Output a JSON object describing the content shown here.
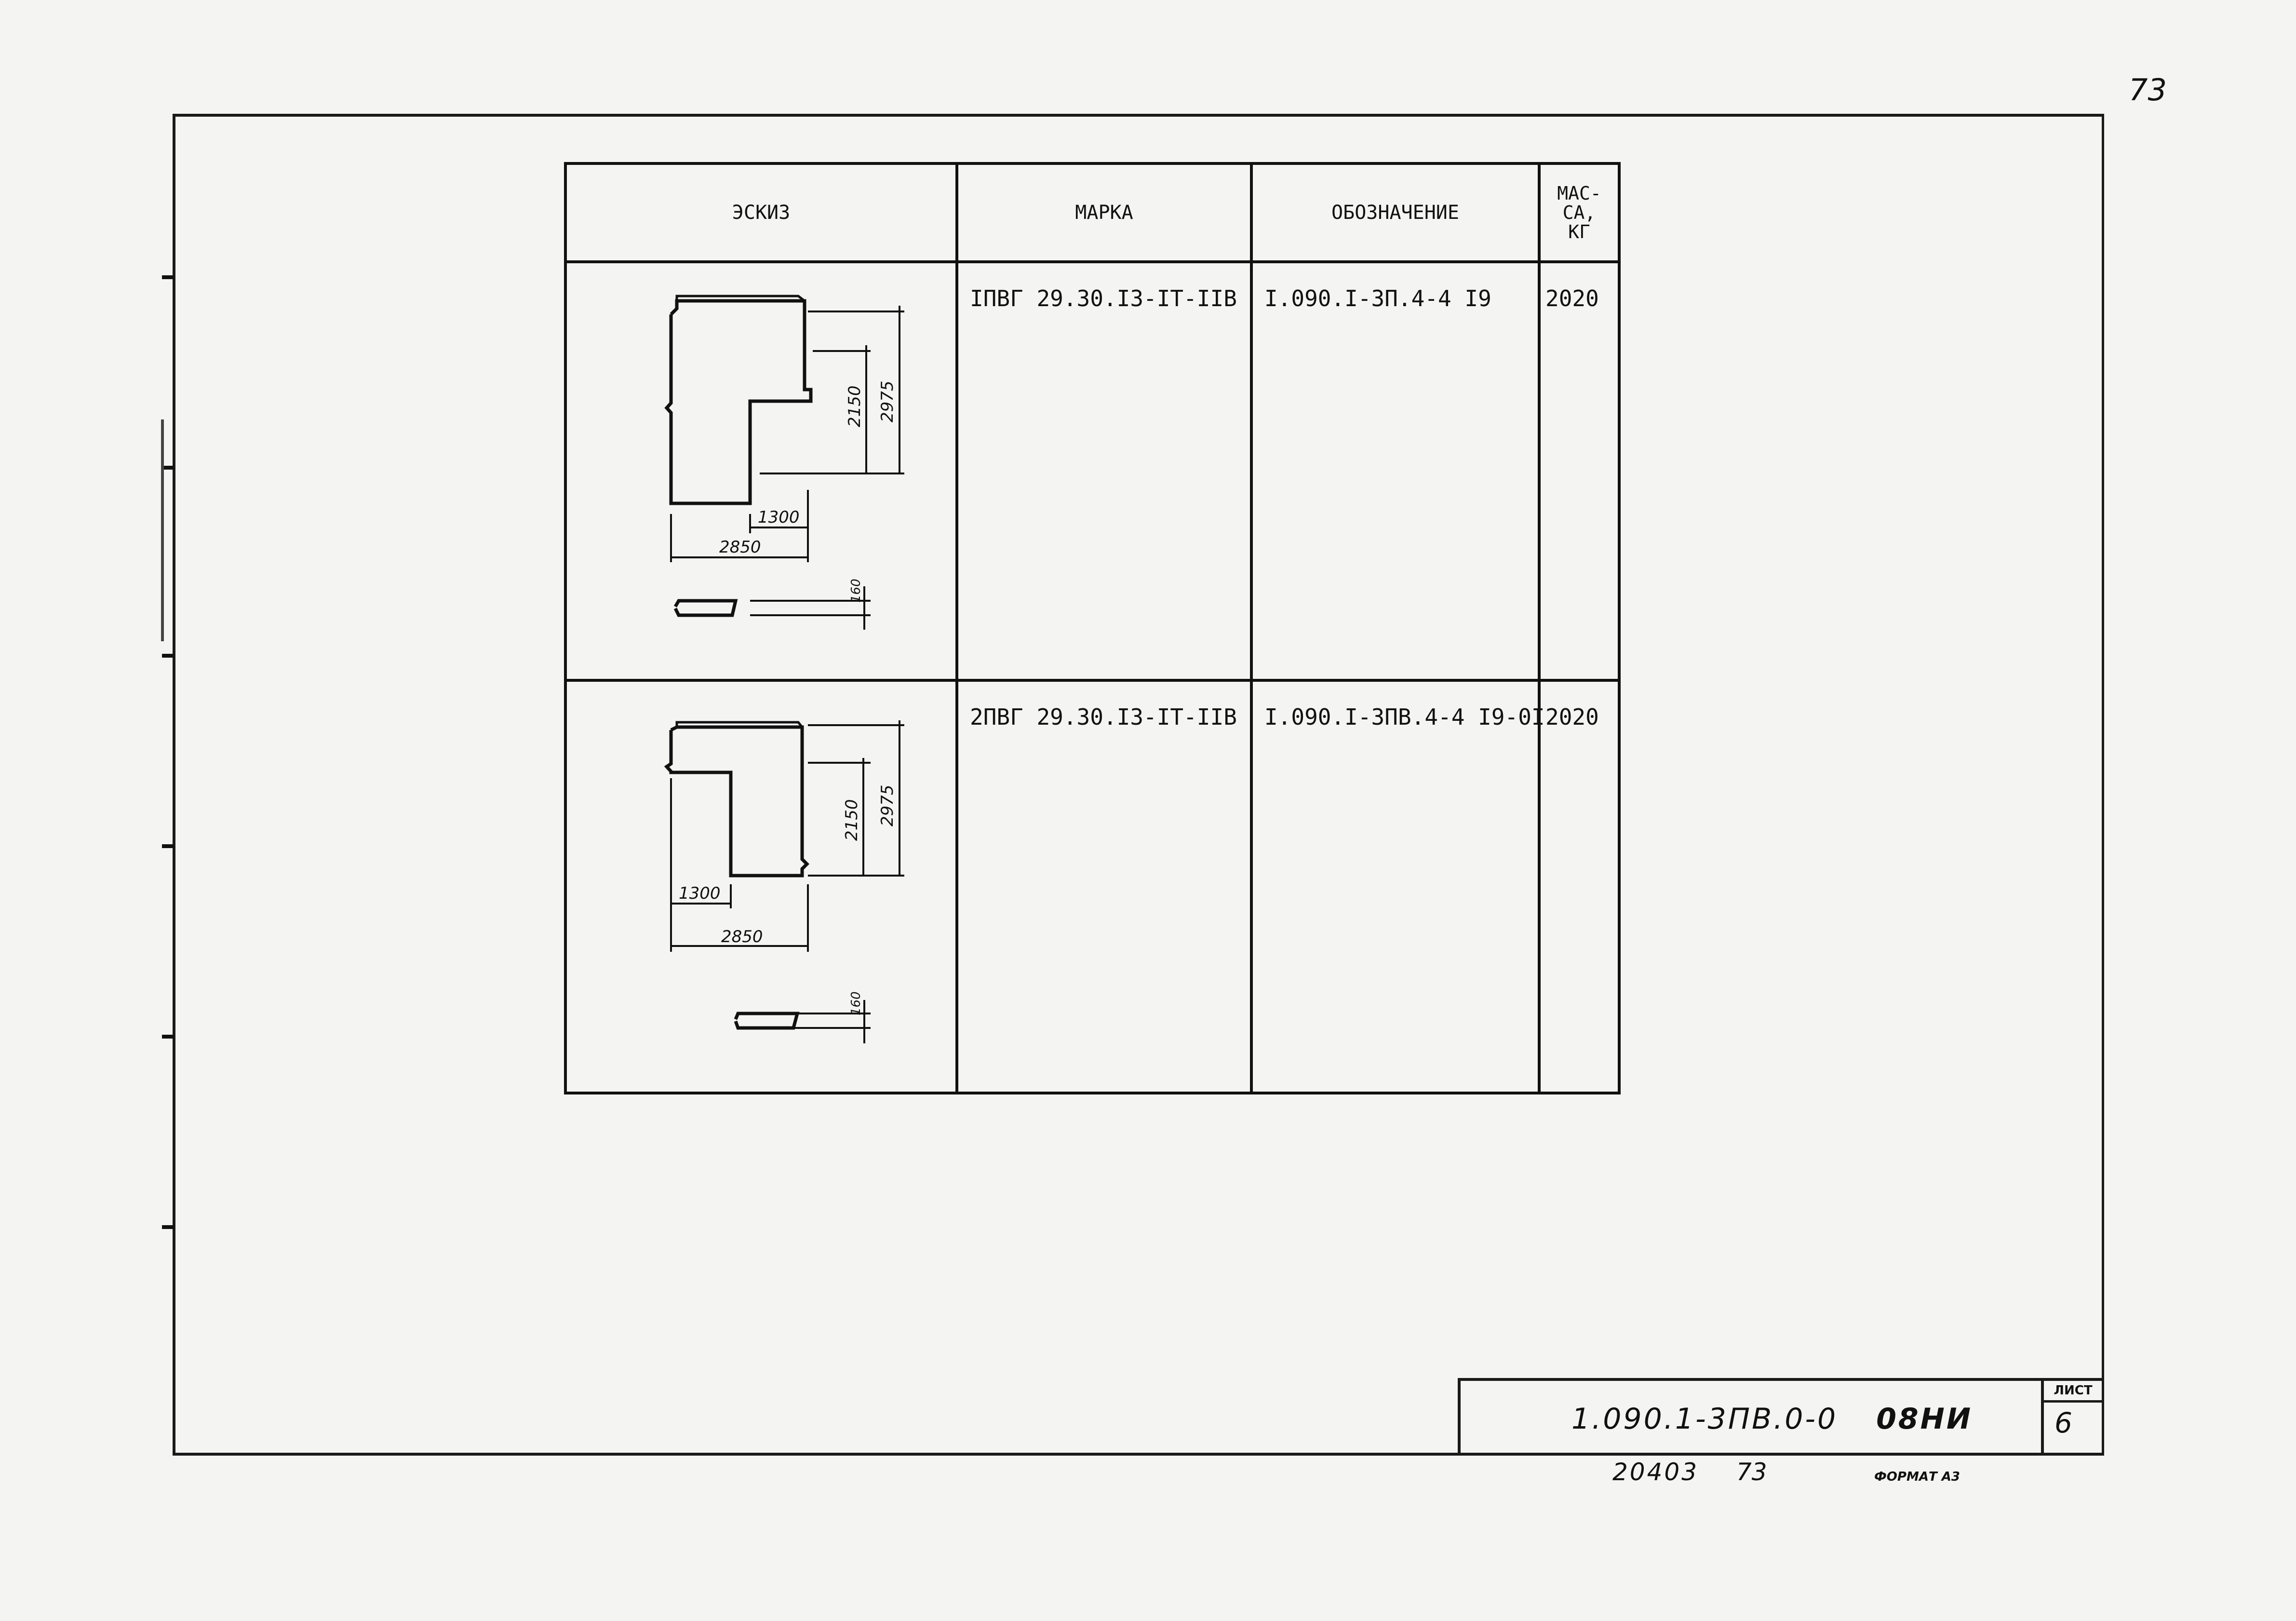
{
  "page_number": "73",
  "table": {
    "headers": {
      "sketch": "ЭСКИЗ",
      "mark": "МАРКА",
      "designation": "ОБОЗНАЧЕНИЕ",
      "mass": "МАС-\nСА,\nКГ"
    },
    "rows": [
      {
        "mark": "IПВГ 29.30.I3-IТ-IIВ",
        "designation": "I.090.I-3П.4-4 I9",
        "mass": "2020",
        "dims": {
          "h1": "2150",
          "h2": "2975",
          "w1": "1300",
          "w2": "2850",
          "t": "160"
        }
      },
      {
        "mark": "2ПВГ 29.30.I3-IТ-IIВ",
        "designation": "I.090.I-3ПВ.4-4 I9-0I",
        "mass": "2020",
        "dims": {
          "h1": "2150",
          "h2": "2975",
          "w1": "1300",
          "w2": "2850",
          "t": "160"
        }
      }
    ]
  },
  "stamp": {
    "code": "1.090.1-3ПВ.0-0",
    "code_suffix": "08НИ",
    "sheet_label": "ЛИСТ",
    "sheet_number": "6"
  },
  "footer": {
    "inventory": "20403",
    "page": "73",
    "format": "ФОРМАТ А3"
  }
}
